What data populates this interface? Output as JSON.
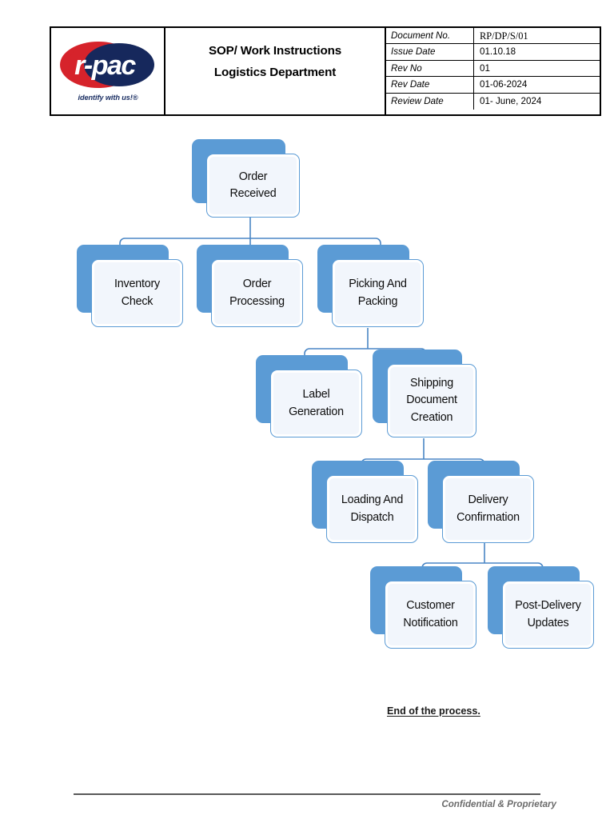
{
  "header": {
    "logo": {
      "brand_text": "r-pac",
      "tagline": "identify with us!®",
      "red": "#d6232b",
      "navy": "#16285c"
    },
    "title_line1": "SOP/ Work Instructions",
    "title_line2": "Logistics Department",
    "meta": [
      {
        "key": "Document No.",
        "value": "RP/DP/S/01",
        "serif": true
      },
      {
        "key": "Issue Date",
        "value": "01.10.18",
        "serif": false
      },
      {
        "key": "Rev No",
        "value": "01",
        "serif": false
      },
      {
        "key": "Rev Date",
        "value": "01-06-2024",
        "serif": false
      },
      {
        "key": "Review Date",
        "value": "01- June, 2024",
        "serif": false
      }
    ]
  },
  "flowchart": {
    "accent": "#5b9bd5",
    "face_fill": "#ffffff",
    "inner_fill": "#f2f6fc",
    "nodes": [
      {
        "id": "order-received",
        "label": "Order\nReceived"
      },
      {
        "id": "inventory-check",
        "label": "Inventory\nCheck"
      },
      {
        "id": "order-processing",
        "label": "Order\nProcessing"
      },
      {
        "id": "picking-and-packing",
        "label": "Picking And\nPacking"
      },
      {
        "id": "label-generation",
        "label": "Label\nGeneration"
      },
      {
        "id": "shipping-document-creation",
        "label": "Shipping\nDocument\nCreation"
      },
      {
        "id": "loading-and-dispatch",
        "label": "Loading And\nDispatch"
      },
      {
        "id": "delivery-confirmation",
        "label": "Delivery\nConfirmation"
      },
      {
        "id": "customer-notification",
        "label": "Customer\nNotification"
      },
      {
        "id": "post-delivery-updates",
        "label": "Post-Delivery\nUpdates"
      }
    ],
    "edges": [
      {
        "from": "order-received",
        "to": "inventory-check"
      },
      {
        "from": "order-received",
        "to": "order-processing"
      },
      {
        "from": "order-received",
        "to": "picking-and-packing"
      },
      {
        "from": "picking-and-packing",
        "to": "label-generation"
      },
      {
        "from": "picking-and-packing",
        "to": "shipping-document-creation"
      },
      {
        "from": "shipping-document-creation",
        "to": "loading-and-dispatch"
      },
      {
        "from": "shipping-document-creation",
        "to": "delivery-confirmation"
      },
      {
        "from": "delivery-confirmation",
        "to": "customer-notification"
      },
      {
        "from": "delivery-confirmation",
        "to": "post-delivery-updates"
      }
    ]
  },
  "footer": {
    "end_of_process": "End of the process.",
    "ghost_text": "",
    "confidential": "Confidential & Proprietary"
  }
}
